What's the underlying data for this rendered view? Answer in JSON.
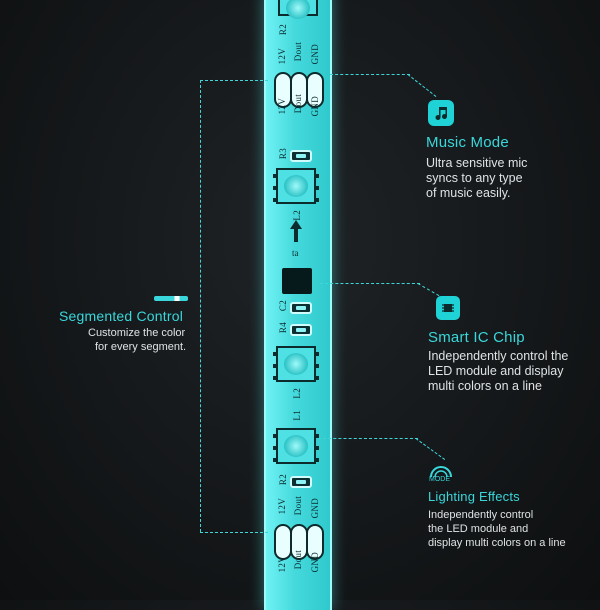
{
  "strip_labels": {
    "v12": "12V",
    "dout": "Dout",
    "gnd": "GND",
    "r2": "R2",
    "r3": "R3",
    "r4": "R4",
    "c2": "C2",
    "l1": "L1",
    "l2": "L2",
    "ta": "ta"
  },
  "music": {
    "title": "Music Mode",
    "desc": [
      "Ultra sensitive mic",
      "syncs to any type",
      "of music easily."
    ]
  },
  "ic": {
    "title": "Smart IC Chip",
    "desc": [
      "Independently control the",
      "LED module and display",
      "multi colors on a line"
    ]
  },
  "lighting": {
    "icon_label": "MODE",
    "title": "Lighting Effects",
    "desc": [
      "Independently control",
      "the LED module and",
      "display multi colors on a line"
    ]
  },
  "segment": {
    "title": "Segmented Control",
    "desc": [
      "Customize the color",
      "for every segment."
    ]
  },
  "colors": {
    "accent": "#39d7db",
    "strip": "#45d9dc",
    "background": "#15181a"
  }
}
